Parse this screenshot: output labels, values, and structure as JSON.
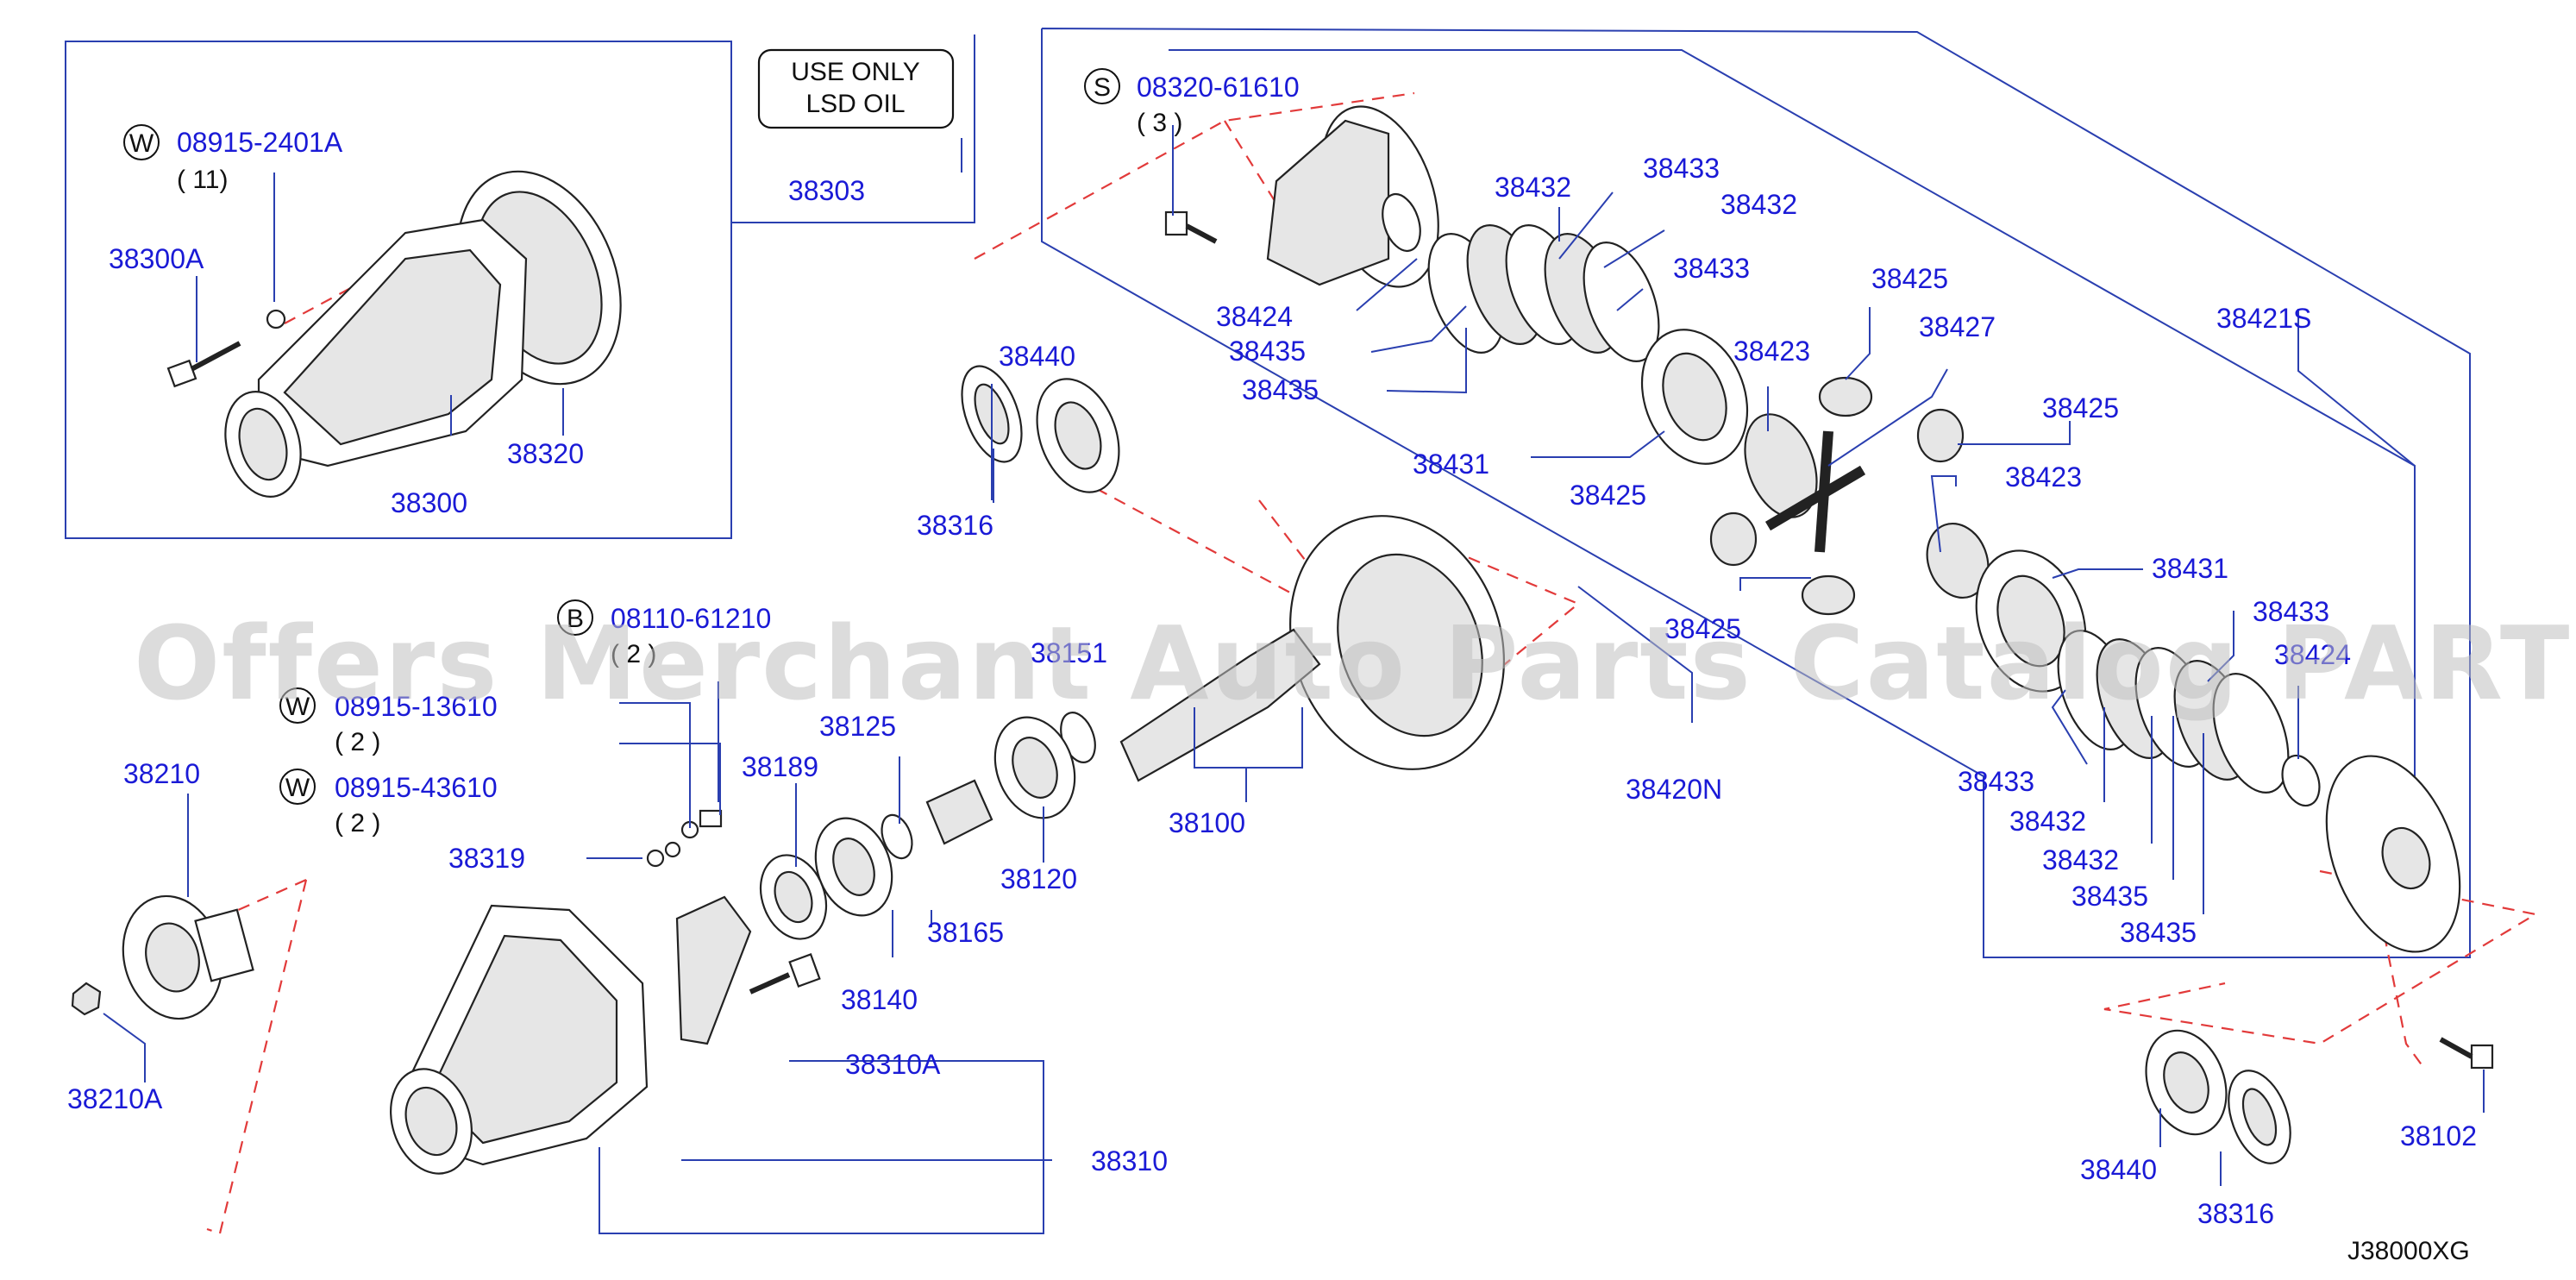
{
  "diagram_id": "J38000XG",
  "watermark": "Offers Merchant Auto Parts Catalog PARTSTORE.SA",
  "note": {
    "line1": "USE   ONLY",
    "line2": "LSD   OIL"
  },
  "fasteners": [
    {
      "prefix": "W",
      "part": "08915-2401A",
      "qty": "( 11)"
    },
    {
      "prefix": "S",
      "part": "08320-61610",
      "qty": "( 3 )"
    },
    {
      "prefix": "B",
      "part": "08110-61210",
      "qty": "( 2 )"
    },
    {
      "prefix": "W",
      "part": "08915-13610",
      "qty": "( 2 )"
    },
    {
      "prefix": "W",
      "part": "08915-43610",
      "qty": "( 2 )"
    }
  ],
  "labels": {
    "p38300A": "38300A",
    "p38300": "38300",
    "p38320": "38320",
    "p38303": "38303",
    "p38424a": "38424",
    "p38435a": "38435",
    "p38435b": "38435",
    "p38432a": "38432",
    "p38433a": "38433",
    "p38432b": "38432",
    "p38433b": "38433",
    "p38425a": "38425",
    "p38427": "38427",
    "p38423a": "38423",
    "p38421S": "38421S",
    "p38431a": "38431",
    "p38425b": "38425",
    "p38425c": "38425",
    "p38423b": "38423",
    "p38431b": "38431",
    "p38425d": "38425",
    "p38433c": "38433",
    "p38424b": "38424",
    "p38440a": "38440",
    "p38316a": "38316",
    "p38151": "38151",
    "p38125": "38125",
    "p38189": "38189",
    "p38100": "38100",
    "p38120": "38120",
    "p38165": "38165",
    "p38140": "38140",
    "p38319": "38319",
    "p38210": "38210",
    "p38210A": "38210A",
    "p38310A": "38310A",
    "p38310": "38310",
    "p38420N": "38420N",
    "p38433d": "38433",
    "p38432c": "38432",
    "p38432d": "38432",
    "p38435c": "38435",
    "p38435d": "38435",
    "p38440b": "38440",
    "p38316b": "38316",
    "p38102": "38102"
  },
  "colors": {
    "label": "#1a1ad6",
    "leader": "#2a3fb0",
    "dash": "#e23a3a",
    "watermark": "#bfbfbf"
  }
}
